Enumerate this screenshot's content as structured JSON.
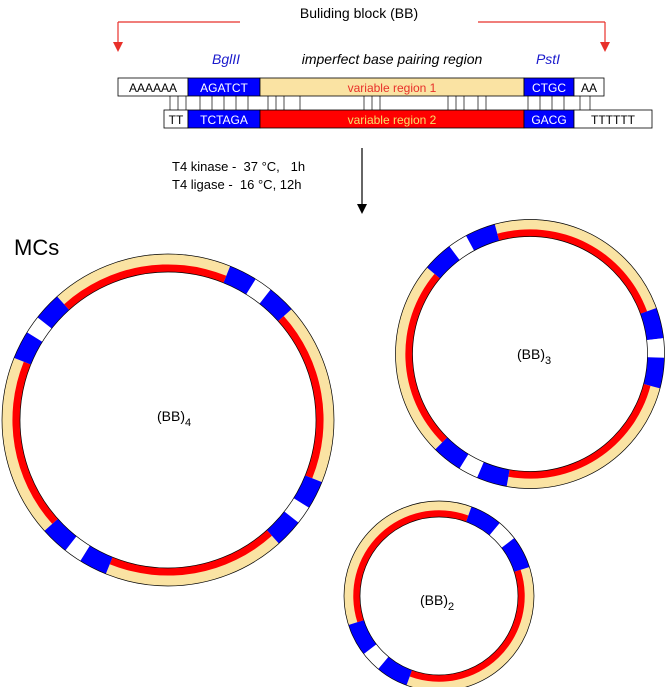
{
  "title": "Buliding block (BB)",
  "enzymes": {
    "left": "BglII",
    "right": "PstI"
  },
  "region_header": "imperfect base pairing region",
  "top_strand": {
    "overhang": "AAAAAA",
    "bgl_site": "AGATCT",
    "variable": "variable region 1",
    "pst_site": "CTGC",
    "tail": "AA"
  },
  "bottom_strand": {
    "overhang": "TT",
    "bgl_site": "TCTAGA",
    "variable": "variable region 2",
    "pst_site": "GACG",
    "tail": "TTTTTT"
  },
  "steps": [
    "T4 kinase -  37 °C,   1h",
    "T4 ligase -  16 °C, 12h"
  ],
  "mcs_label": "MCs",
  "circles": [
    {
      "base": "(BB)",
      "sub": "4"
    },
    {
      "base": "(BB)",
      "sub": "3"
    },
    {
      "base": "(BB)",
      "sub": "2"
    }
  ],
  "colors": {
    "blue": "#0000ff",
    "red": "#ff0000",
    "cream": "#fae3a3",
    "arrow_red": "#e8302a",
    "enzyme_text": "#1a1acc",
    "variable_text_top": "#e8302a",
    "variable_text_bottom": "#f4e06a"
  }
}
